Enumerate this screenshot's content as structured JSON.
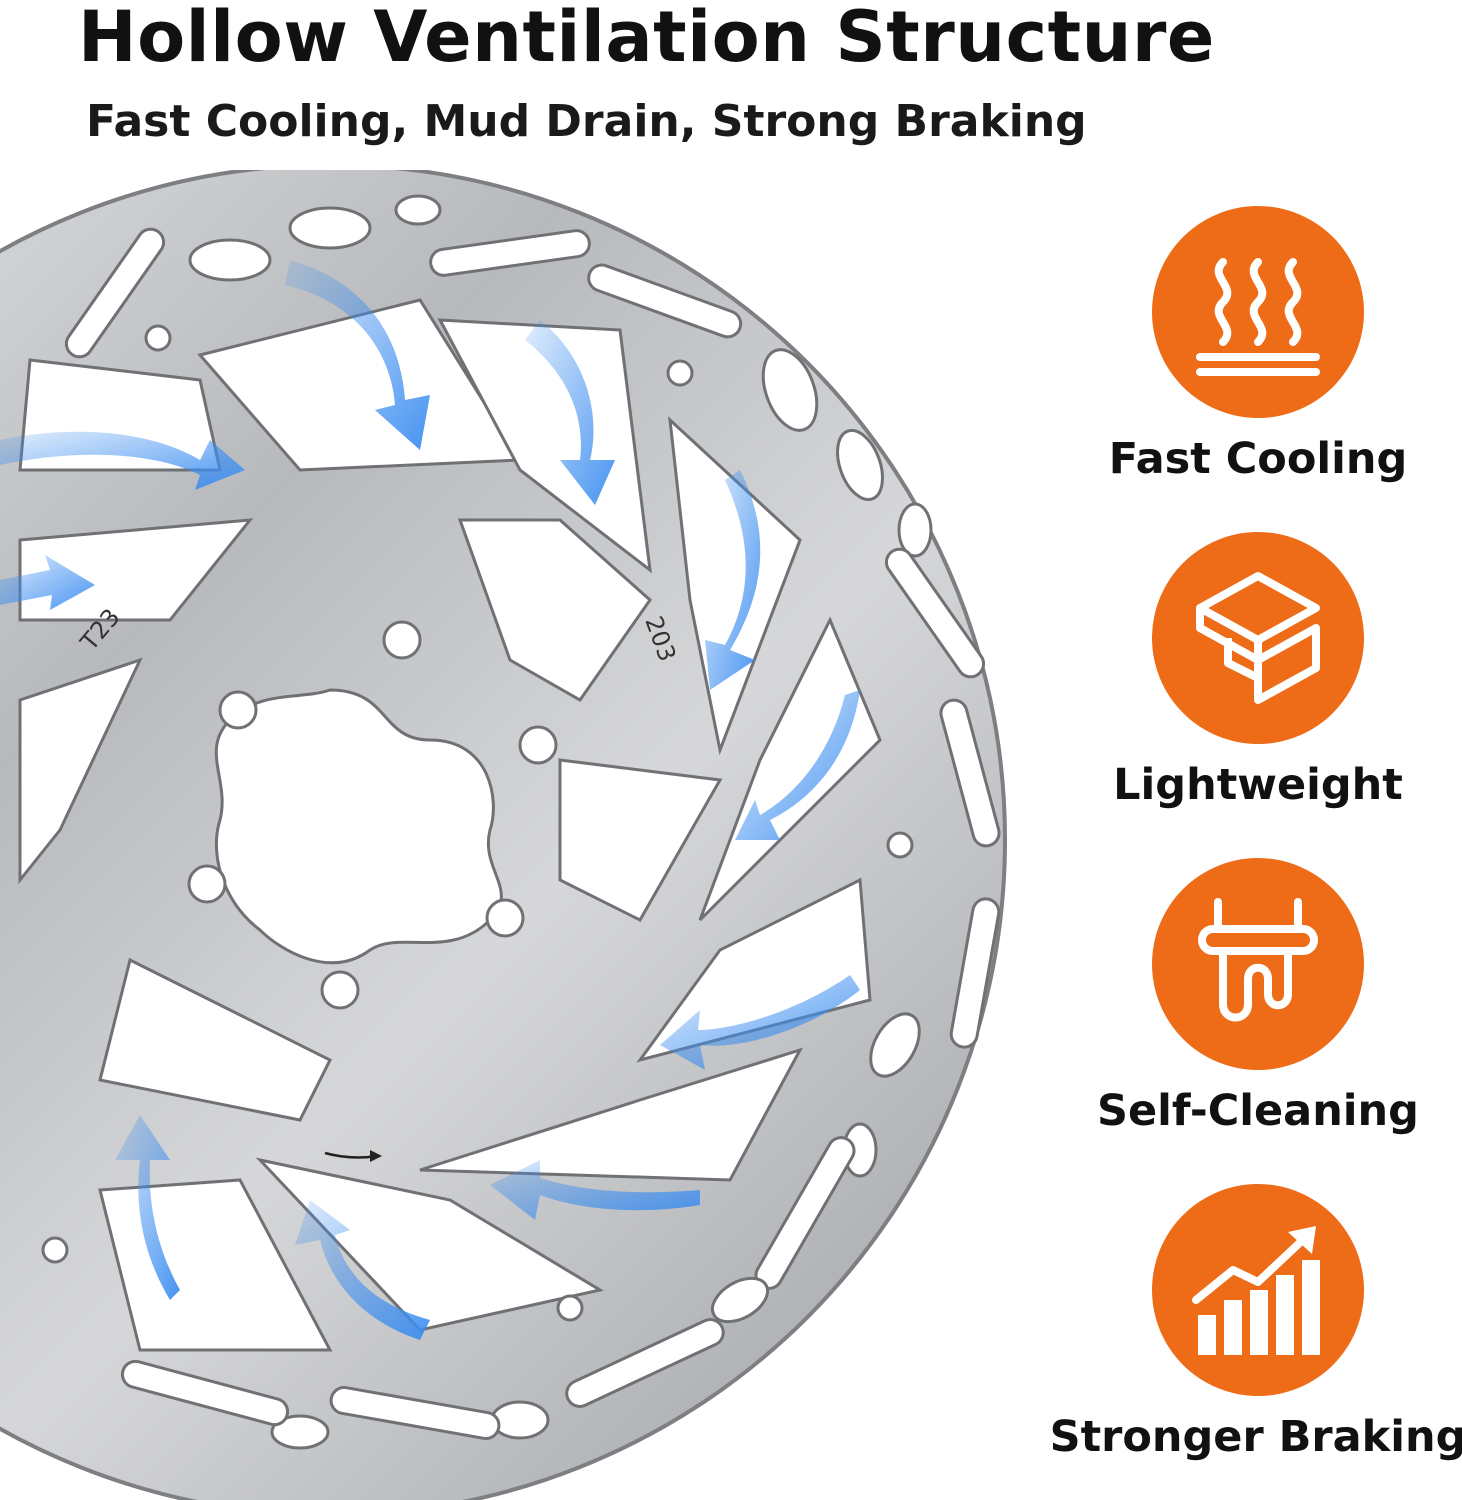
{
  "header": {
    "title": "Hollow Ventilation Structure",
    "subtitle": "Fast Cooling, Mud Drain, Strong Braking"
  },
  "rotor": {
    "markings": [
      "T23",
      "203"
    ],
    "arrow_color": "#3d8ef0"
  },
  "features": [
    {
      "label": "Fast Cooling",
      "icon": "heat-waves-icon"
    },
    {
      "label": "Lightweight",
      "icon": "cube-outline-icon"
    },
    {
      "label": "Self-Cleaning",
      "icon": "drain-pipe-icon"
    },
    {
      "label": "Stronger Braking",
      "icon": "rising-bar-chart-icon"
    }
  ],
  "colors": {
    "accent": "#ee6b17",
    "text": "#111111",
    "steel": "#b7b9bc"
  }
}
